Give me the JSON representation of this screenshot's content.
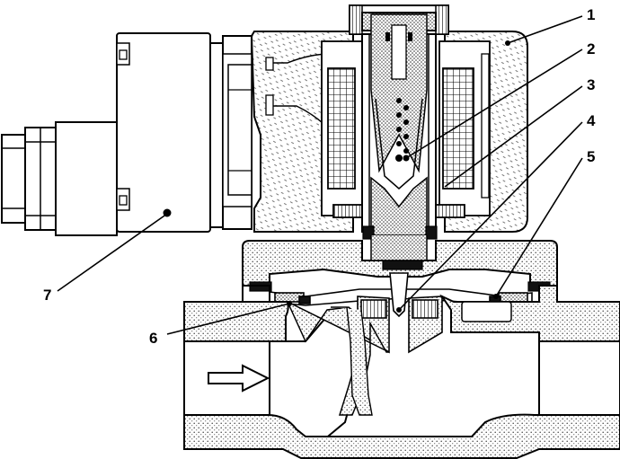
{
  "callouts": {
    "c1": "1",
    "c2": "2",
    "c3": "3",
    "c4": "4",
    "c5": "5",
    "c6": "6",
    "c7": "7"
  },
  "colors": {
    "line": "#000000",
    "fill_light": "#ffffff",
    "fill_dark": "#1a1a1a",
    "stipple": "#555555"
  },
  "flow_direction": "left-to-right"
}
